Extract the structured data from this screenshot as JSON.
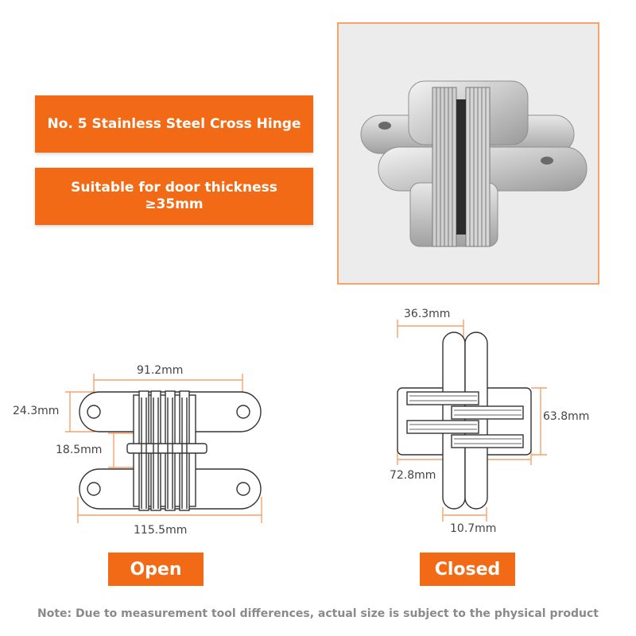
{
  "banners": {
    "model": "No. 5 Stainless Steel Cross Hinge",
    "suitable_line1": "Suitable for door thickness",
    "suitable_line2": "≥35mm"
  },
  "photo": {
    "alt": "cross hinge product photo"
  },
  "open_diagram": {
    "width_label": "91.2mm",
    "height_label": "24.3mm",
    "gap_label": "18.5mm",
    "total_label": "115.5mm",
    "tag": "Open"
  },
  "closed_diagram": {
    "top_label": "36.3mm",
    "height_label": "63.8mm",
    "width_label": "72.8mm",
    "bottom_label": "10.7mm",
    "tag": "Closed"
  },
  "note": "Note: Due to measurement tool differences, actual size is subject to the physical product",
  "colors": {
    "accent": "#f26a16",
    "dimension_line": "#f5a26b"
  }
}
